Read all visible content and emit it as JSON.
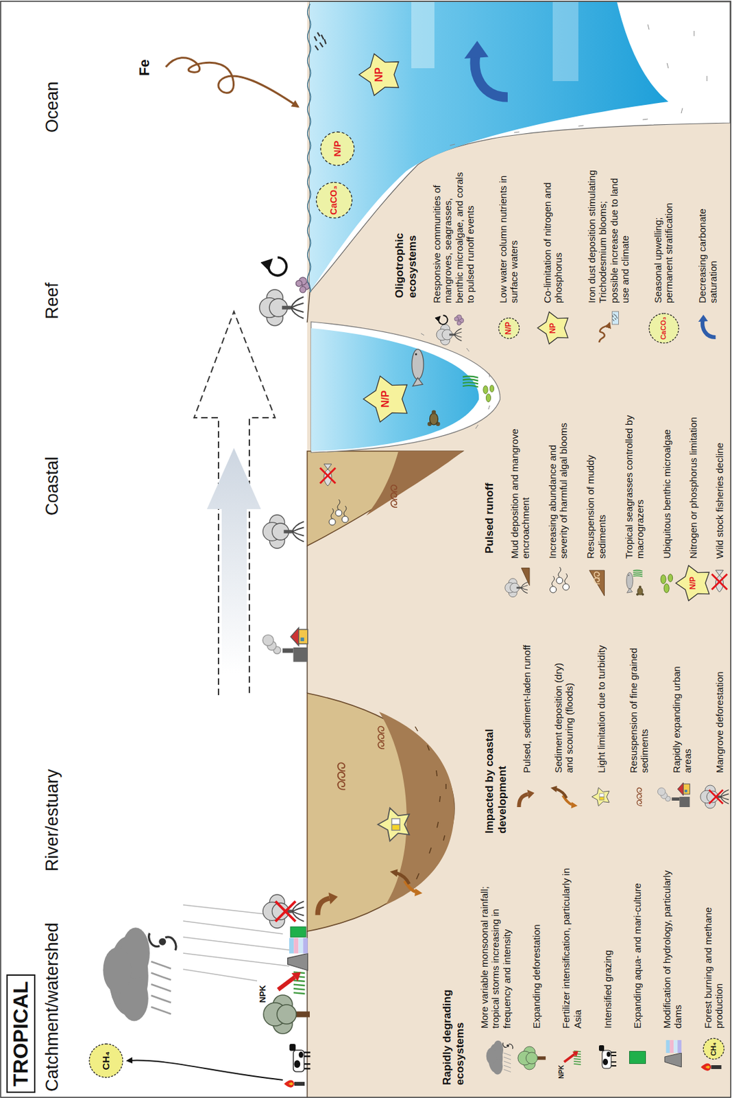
{
  "diagram": {
    "title": "TROPICAL",
    "nodes": [
      {
        "text": [
          "CH₄"
        ]
      },
      {
        "text": [
          "N/P"
        ]
      },
      {
        "text": [
          "CaCO₃"
        ]
      },
      {
        "text": [
          "N/P"
        ]
      },
      {
        "text": [
          "NP"
        ]
      },
      {
        "text": [
          "CH₄"
        ]
      },
      {
        "text": [
          "N/P"
        ]
      },
      {
        "text": [
          "N/P"
        ]
      },
      {
        "text": [
          "NP"
        ]
      },
      {
        "text": [
          "CaCO₃"
        ]
      }
    ],
    "labels": [
      "Catchment/watershed",
      "River/estuary",
      "Coastal",
      "Reef",
      "Ocean",
      "NPK",
      "Fe",
      "Rapidly degrading ecosystems",
      "Impacted by coastal development",
      "Pulsed runoff",
      "Oligotrophic ecosystems",
      "NPK"
    ],
    "legend": [
      {
        "text": "More variable monsoonal rainfall; tropical storms increasing in frequency and intensity"
      },
      {
        "text": "Expanding deforestation"
      },
      {
        "text": "Fertilizer intensification, particularly in Asia"
      },
      {
        "text": "Intensified grazing"
      },
      {
        "text": "Expanding aqua- and mari-culture",
        "color": "#1fb04b"
      },
      {
        "text": "Modification of hydrology, particularly dams"
      },
      {
        "text": "Forest burning and methane production"
      },
      {
        "text": "Pulsed, sediment-laden runoff"
      },
      {
        "text": "Sediment deposition (dry) and scouring (floods)"
      },
      {
        "text": "Light limitation due to turbidity"
      },
      {
        "text": "Resuspension of fine grained sediments"
      },
      {
        "text": "Rapidly expanding urban areas"
      },
      {
        "text": "Mangrove deforestation"
      },
      {
        "text": "Mud deposition and mangrove encroachment"
      },
      {
        "text": "Increasing abundance and severity of harmful algal blooms"
      },
      {
        "text": "Resuspension of muddy sediments"
      },
      {
        "text": "Tropical seagrasses controlled by macrograzers"
      },
      {
        "text": "Ubiquitous benthic microalgae"
      },
      {
        "text": "Nitrogen or phosphorus limitation"
      },
      {
        "text": "Wild stock fisheries decline"
      },
      {
        "text": "Responsive communities of mangroves, seagrasses, benthic microalgae, and corals to pulsed runoff events"
      },
      {
        "text": "Low water column nutrients in surface waters"
      },
      {
        "text": "Co-limitation of nitrogen and phosphorus"
      },
      {
        "text": "Iron dust deposition stimulating Trichodesmium blooms; possible increase due to land use and climate"
      },
      {
        "text": "Seasonal upwelling; permanent stratification"
      },
      {
        "text": "Decreasing carbonate saturation"
      }
    ]
  }
}
